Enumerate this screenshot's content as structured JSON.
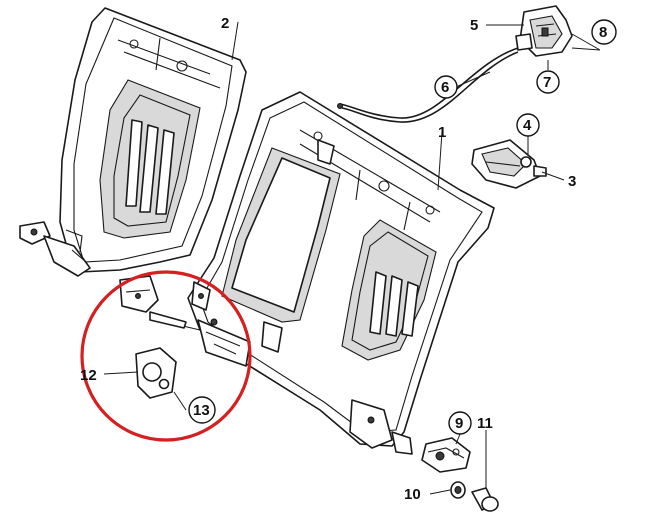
{
  "labels": {
    "p1": "1",
    "p2": "2",
    "p3": "3",
    "p4": "4",
    "p5": "5",
    "p6": "6",
    "p7": "7",
    "p8": "8",
    "p9": "9",
    "p10": "10",
    "p11": "11",
    "p12": "12",
    "p13": "13"
  },
  "colors": {
    "highlight_circle": "#d42020",
    "line": "#1a1a1a",
    "background": "#ffffff"
  }
}
